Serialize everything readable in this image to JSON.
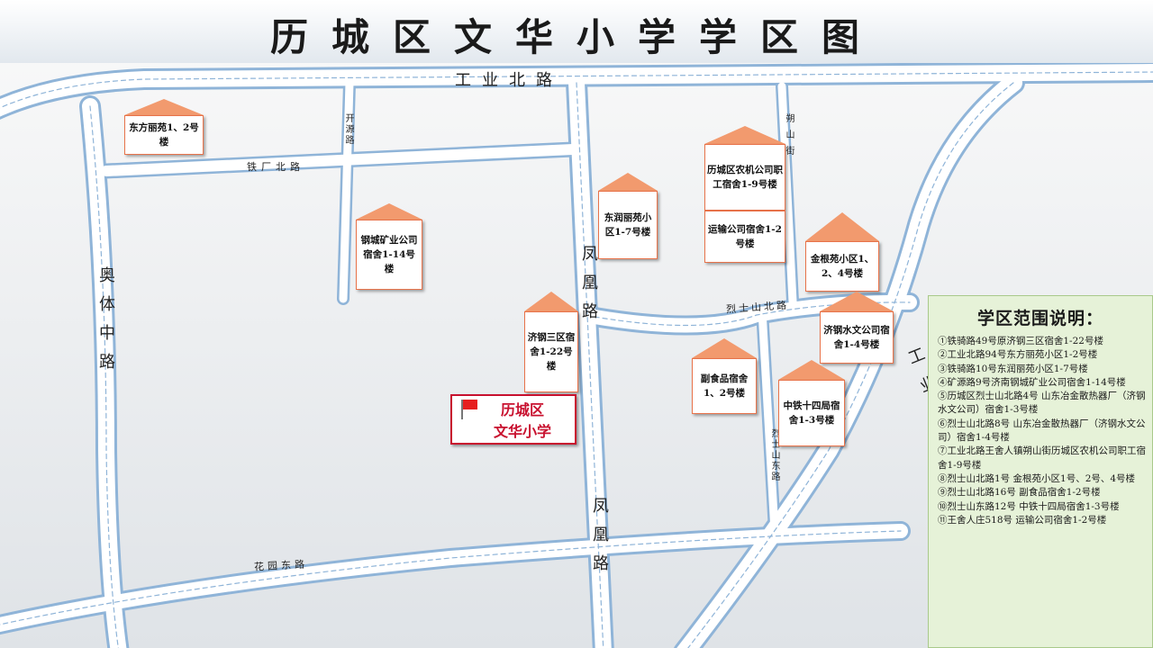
{
  "title": "历城区文华小学学区图",
  "roads": {
    "gongye_bei": "工业北路",
    "tiechang_bei": "铁厂北路",
    "kaiyuan": "开源路",
    "aoti_zhong": "奥体中路",
    "fenghuang_upper": "凤凰路",
    "fenghuang_lower": "凤凰路",
    "lieshishan_bei": "烈士山北路",
    "shuoshan_jie": "朔山街",
    "lieshishan_dong": "烈士山东路",
    "gongye_nan": "工业南路",
    "huayuan_dong": "花园东路"
  },
  "buildings": {
    "dongfang": "东方丽苑1、2号楼",
    "gangcheng": "钢城矿业公司宿舍1-14号楼",
    "dongrun": "东润丽苑小区1-7号楼",
    "jigang": "济钢三区宿舍1-22号楼",
    "nongji": "历城区农机公司职工宿舍1-9号楼",
    "yunshu": "运输公司宿舍1-2号楼",
    "jingen": "金根苑小区1、2、4号楼",
    "jigang_shuiwen": "济钢水文公司宿舍1-4号楼",
    "fushipin": "副食品宿舍1、2号楼",
    "zhongtie": "中铁十四局宿舍1-3号楼"
  },
  "school": {
    "line1": "历城区",
    "line2": "文华小学"
  },
  "legend": {
    "title": "学区范围说明：",
    "items": [
      "①铁骑路49号原济钢三区宿舍1-22号楼",
      "②工业北路94号东方丽苑小区1-2号楼",
      "③铁骑路10号东润丽苑小区1-7号楼",
      "④矿源路9号济南钢城矿业公司宿舍1-14号楼",
      "⑤历城区烈士山北路4号 山东冶金散热器厂（济钢水文公司）宿舍1-3号楼",
      "⑥烈士山北路8号 山东冶金散热器厂（济钢水文公司）宿舍1-4号楼",
      "⑦工业北路王舍人镇朔山街历城区农机公司职工宿舍1-9号楼",
      "⑧烈士山北路1号 金根苑小区1号、2号、4号楼",
      "⑨烈士山北路16号 副食品宿舍1-2号楼",
      "⑩烈士山东路12号 中铁十四局宿舍1-3号楼",
      "⑪王舍人庄518号 运输公司宿舍1-2号楼"
    ]
  },
  "colors": {
    "road_fill": "#ffffff",
    "road_edge": "#8fb4d8",
    "roof": "#f29a6e",
    "border": "#e8734a",
    "school": "#c8102e",
    "legend_bg": "#e6f2d8"
  }
}
